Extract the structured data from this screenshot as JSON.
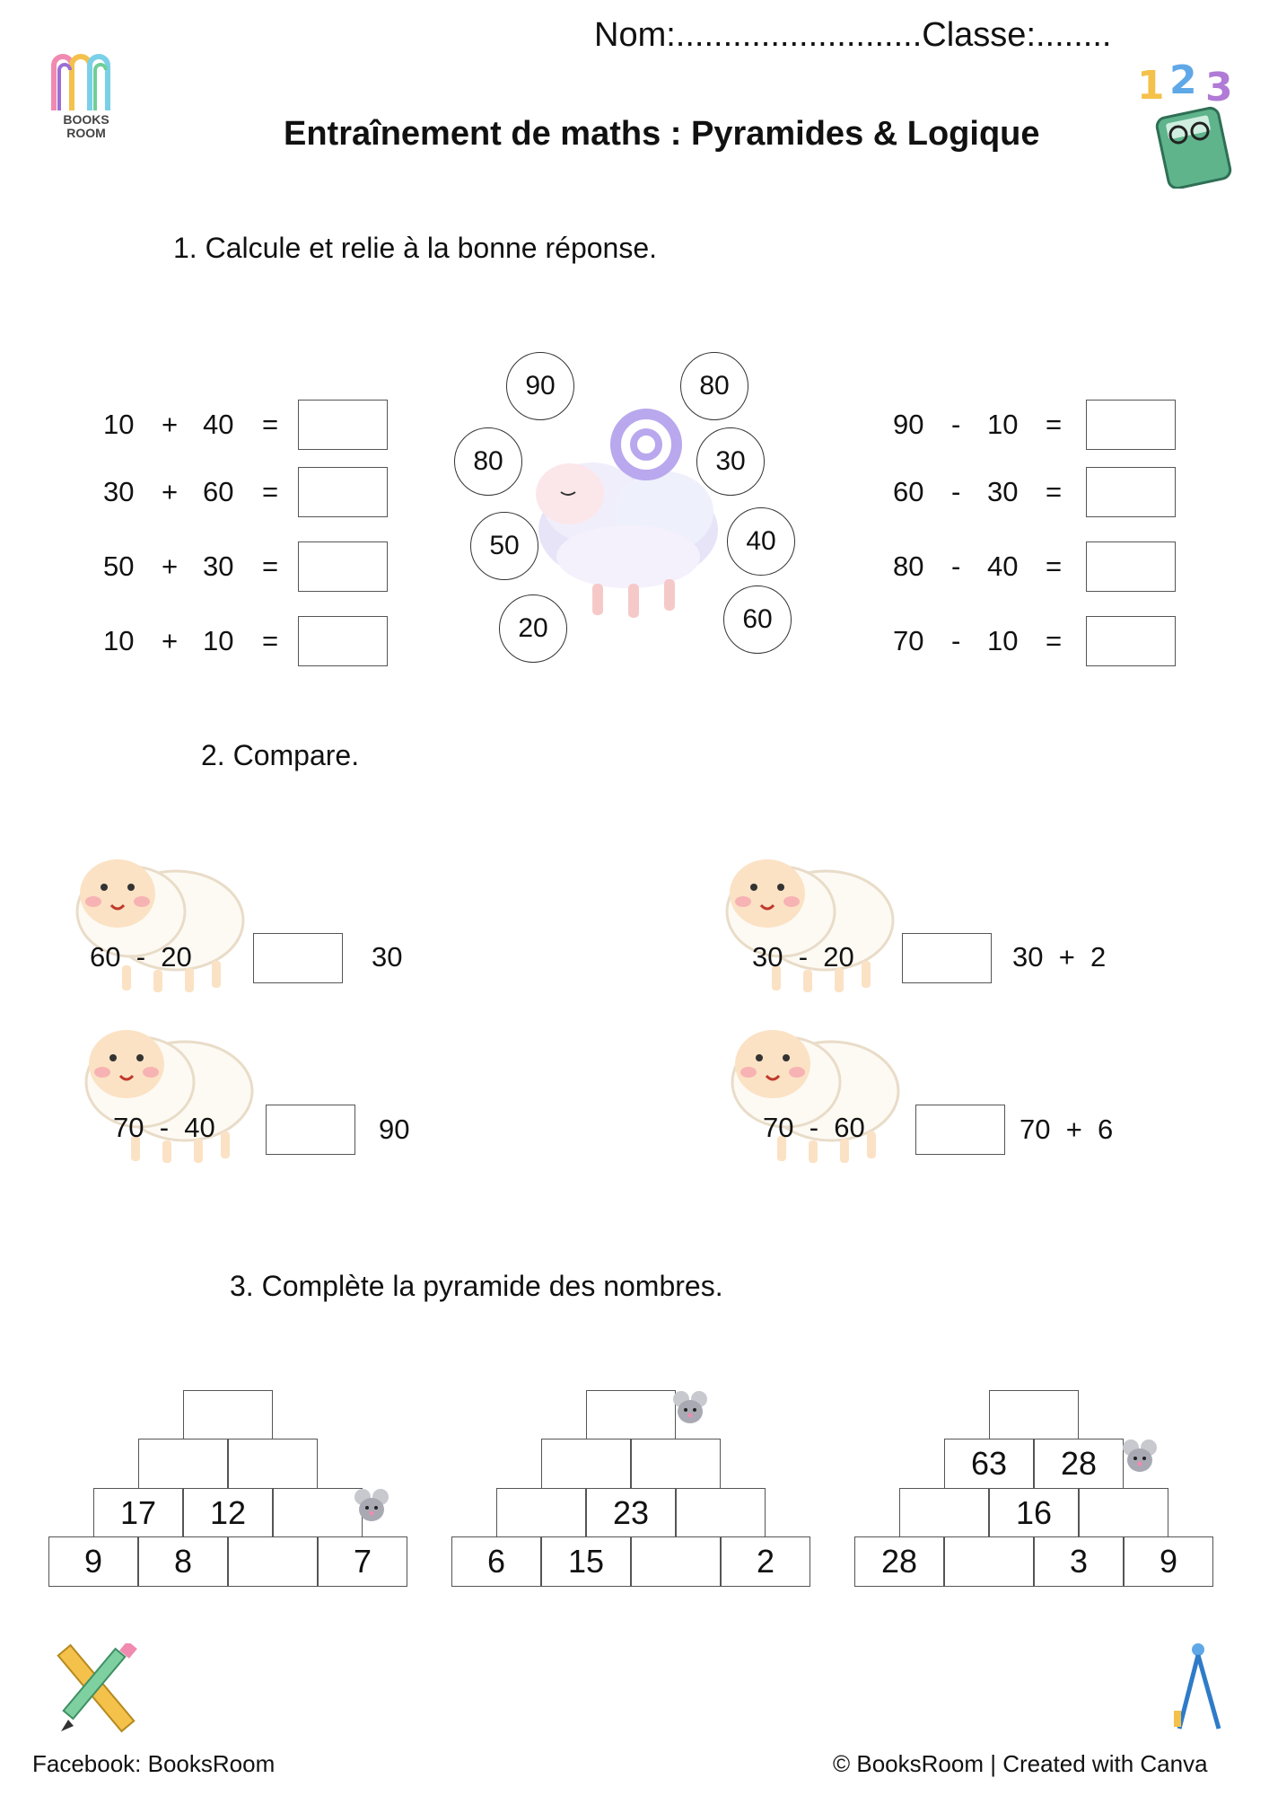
{
  "header": {
    "name_line": "Nom:..........................Classe:........",
    "title": "Entraînement de maths : Pyramides & Logique",
    "logo_text": "BOOKS ROOM"
  },
  "section1": {
    "title": "1. Calcule et relie à la bonne réponse.",
    "left": [
      {
        "a": "10",
        "op": "+",
        "b": "40",
        "eq": "="
      },
      {
        "a": "30",
        "op": "+",
        "b": "60",
        "eq": "="
      },
      {
        "a": "50",
        "op": "+",
        "b": "30",
        "eq": "="
      },
      {
        "a": "10",
        "op": "+",
        "b": "10",
        "eq": "="
      }
    ],
    "right": [
      {
        "a": "90",
        "op": "-",
        "b": "10",
        "eq": "="
      },
      {
        "a": "60",
        "op": "-",
        "b": "30",
        "eq": "="
      },
      {
        "a": "80",
        "op": "-",
        "b": "40",
        "eq": "="
      },
      {
        "a": "70",
        "op": "-",
        "b": "10",
        "eq": "="
      }
    ],
    "answers": [
      "90",
      "80",
      "80",
      "30",
      "50",
      "40",
      "20",
      "60"
    ]
  },
  "section2": {
    "title": "2. Compare.",
    "items": [
      {
        "left": "60  -  20",
        "right": "30"
      },
      {
        "left": "30  -  20",
        "right": "30  +  2"
      },
      {
        "left": "70  -  40",
        "right": "90"
      },
      {
        "left": "70  -  60",
        "right": "70  +  6"
      }
    ]
  },
  "section3": {
    "title": "3. Complète la pyramide des nombres.",
    "pyramids": [
      {
        "rows": [
          [
            ""
          ],
          [
            "",
            ""
          ],
          [
            "17",
            "12",
            ""
          ],
          [
            "9",
            "8",
            "",
            "7"
          ]
        ]
      },
      {
        "rows": [
          [
            ""
          ],
          [
            "",
            ""
          ],
          [
            "",
            "23",
            ""
          ],
          [
            "6",
            "15",
            "",
            "2"
          ]
        ]
      },
      {
        "rows": [
          [
            ""
          ],
          [
            "63",
            "28"
          ],
          [
            "",
            "16",
            ""
          ],
          [
            "28",
            "",
            "3",
            "9"
          ]
        ]
      }
    ]
  },
  "footer": {
    "left": "Facebook: BooksRoom",
    "right": "© BooksRoom | Created with Canva"
  }
}
